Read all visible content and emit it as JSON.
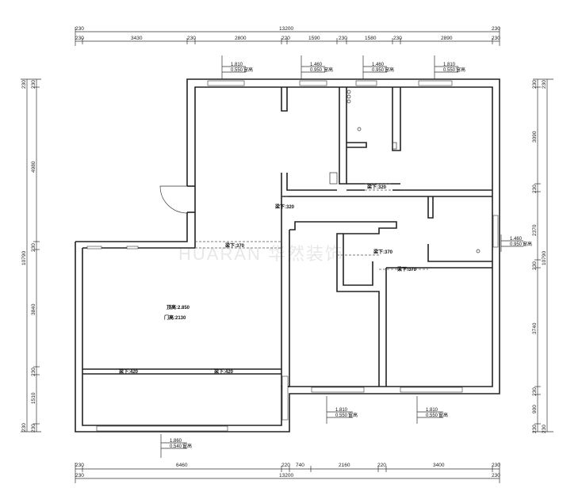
{
  "dims": {
    "top_total": "13200",
    "top_segments": [
      "230",
      "3430",
      "230",
      "2800",
      "220",
      "1590",
      "230",
      "1580",
      "230",
      "2890",
      "230"
    ],
    "bottom_segments": [
      "230",
      "6460",
      "220",
      "740",
      "2160",
      "220",
      "3400",
      "230"
    ],
    "bottom_total": "13200",
    "left_total": "10790",
    "left_segments": [
      "230",
      "4980",
      "230",
      "3840",
      "230",
      "1510",
      "230"
    ],
    "right_total": "10790",
    "right_segments": [
      "230",
      "3090",
      "230",
      "2370",
      "230",
      "3740",
      "230",
      "900",
      "230"
    ]
  },
  "window_tags": [
    {
      "h": "1.810",
      "s": "0.550",
      "t": "窗高"
    },
    {
      "h": "1.460",
      "s": "0.950",
      "t": "窗高"
    },
    {
      "h": "1.460",
      "s": "0.950",
      "t": "窗高"
    },
    {
      "h": "1.810",
      "s": "0.550",
      "t": "窗高"
    },
    {
      "h": "1.460",
      "s": "0.950",
      "t": "窗高"
    },
    {
      "h": "1.810",
      "s": "0.550",
      "t": "窗高"
    },
    {
      "h": "1.810",
      "s": "0.550",
      "t": "窗高"
    },
    {
      "h": "1.860",
      "s": "0.540",
      "t": "窗高"
    }
  ],
  "beams": [
    "梁下:320",
    "梁下:320",
    "梁下:370",
    "梁下:370",
    "梁下:370",
    "梁下:420",
    "梁下:420"
  ],
  "living": {
    "height": "顶高:2.850",
    "door": "门高:2130"
  },
  "watermark": "HUARAN 华然装饰"
}
